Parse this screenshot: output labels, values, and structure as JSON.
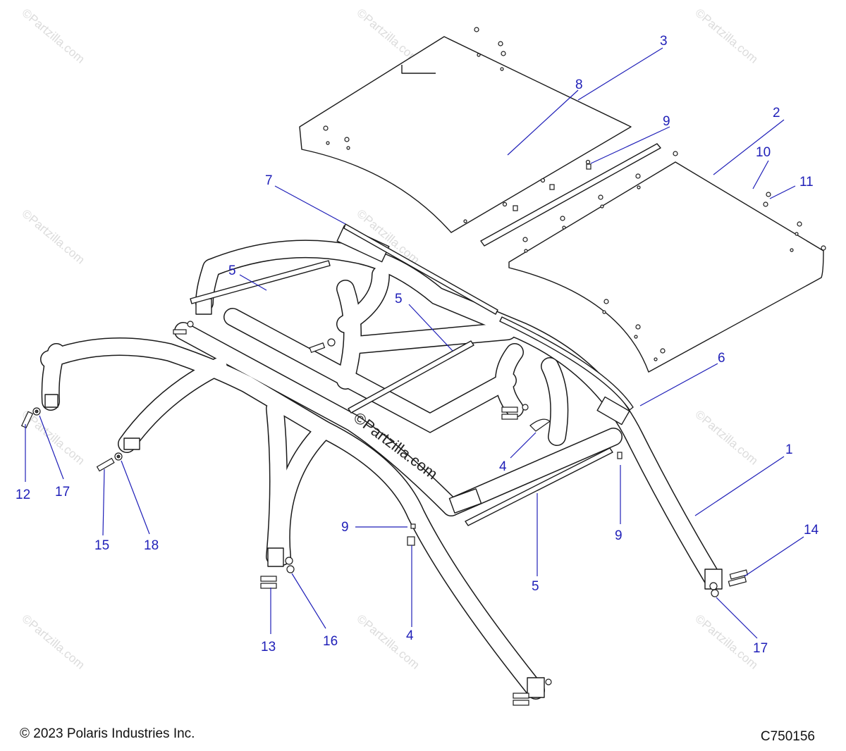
{
  "footer": {
    "copyright": "© 2023 Polaris Industries Inc.",
    "figure_id": "C750156"
  },
  "watermark": {
    "text": "©Partzilla.com",
    "center_text": "©Partzilla.com"
  },
  "callouts": [
    {
      "id": "c1",
      "label": "1"
    },
    {
      "id": "c2",
      "label": "2"
    },
    {
      "id": "c3",
      "label": "3"
    },
    {
      "id": "c4a",
      "label": "4"
    },
    {
      "id": "c4b",
      "label": "4"
    },
    {
      "id": "c5a",
      "label": "5"
    },
    {
      "id": "c5b",
      "label": "5"
    },
    {
      "id": "c5c",
      "label": "5"
    },
    {
      "id": "c6",
      "label": "6"
    },
    {
      "id": "c7",
      "label": "7"
    },
    {
      "id": "c8",
      "label": "8"
    },
    {
      "id": "c9a",
      "label": "9"
    },
    {
      "id": "c9b",
      "label": "9"
    },
    {
      "id": "c9c",
      "label": "9"
    },
    {
      "id": "c10",
      "label": "10"
    },
    {
      "id": "c11",
      "label": "11"
    },
    {
      "id": "c12",
      "label": "12"
    },
    {
      "id": "c13",
      "label": "13"
    },
    {
      "id": "c14",
      "label": "14"
    },
    {
      "id": "c15",
      "label": "15"
    },
    {
      "id": "c16",
      "label": "16"
    },
    {
      "id": "c17a",
      "label": "17"
    },
    {
      "id": "c17b",
      "label": "17"
    },
    {
      "id": "c18",
      "label": "18"
    }
  ],
  "colors": {
    "callout": "#1f1fb8",
    "line": "#1a1a1a",
    "watermark": "#dcdcdc"
  }
}
